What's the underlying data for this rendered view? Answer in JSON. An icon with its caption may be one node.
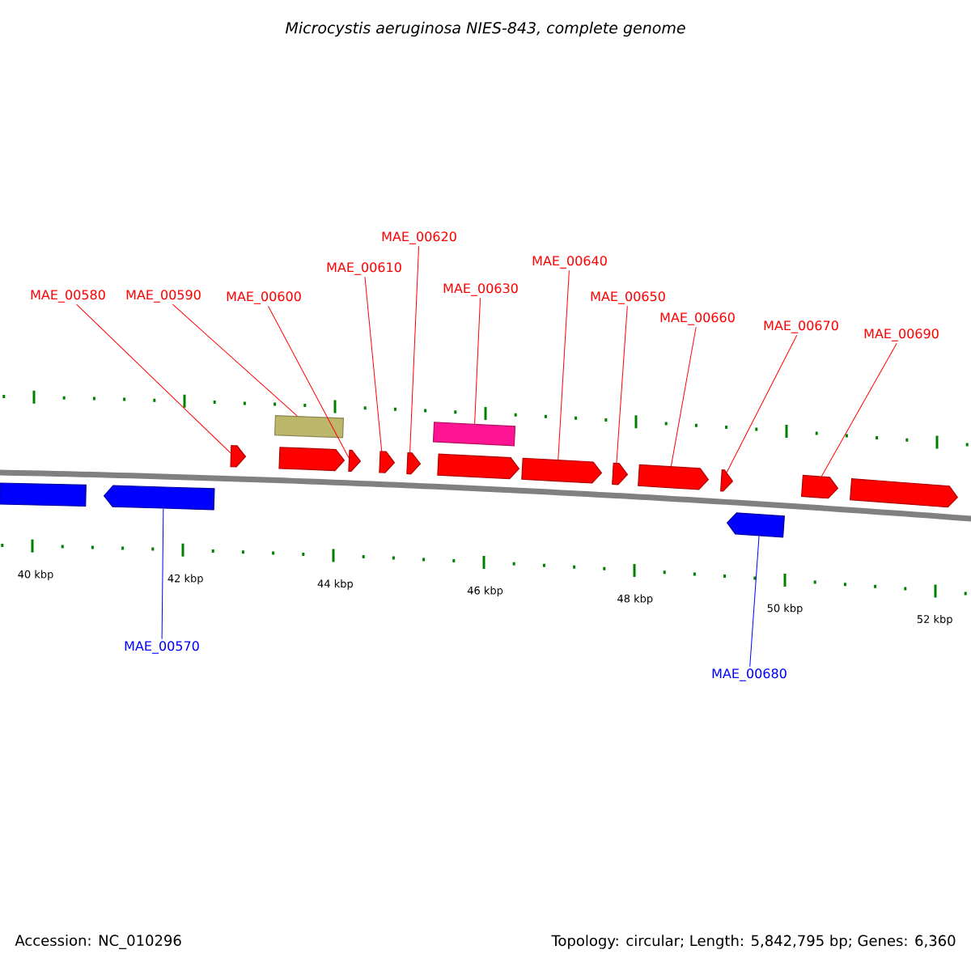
{
  "diagram": {
    "title": "Microcystis aeruginosa NIES-843, complete genome",
    "nodes": [
      {
        "text": [
          "MAE_00580"
        ]
      },
      {
        "text": [
          "MAE_00590"
        ]
      },
      {
        "text": [
          "MAE_00600"
        ]
      },
      {
        "text": [
          "MAE_00610"
        ]
      },
      {
        "text": [
          "MAE_00620"
        ]
      },
      {
        "text": [
          "MAE_00630"
        ]
      },
      {
        "text": [
          "MAE_00640"
        ]
      },
      {
        "text": [
          "MAE_00650"
        ]
      },
      {
        "text": [
          "MAE_00660"
        ]
      },
      {
        "text": [
          "MAE_00670"
        ]
      },
      {
        "text": [
          "MAE_00690"
        ]
      },
      {
        "text": [
          "MAE_00570"
        ]
      },
      {
        "text": [
          "MAE_00680"
        ]
      },
      {
        "text": [],
        "shape": "box"
      },
      {
        "text": [],
        "shape": "pentagon"
      },
      {
        "text": [],
        "shape": "pentagon"
      },
      {
        "text": [],
        "shape": "box"
      },
      {
        "text": [],
        "shape": "pentagon"
      },
      {
        "text": [],
        "shape": "pentagon"
      },
      {
        "text": [],
        "shape": "pentagon"
      },
      {
        "text": [],
        "shape": "pentagon"
      },
      {
        "text": [],
        "shape": "box"
      },
      {
        "text": [],
        "shape": "pentagon"
      },
      {
        "text": [],
        "shape": "pentagon"
      },
      {
        "text": [],
        "shape": "pentagon"
      },
      {
        "text": [],
        "shape": "pentagon"
      },
      {
        "text": [],
        "shape": "pentagon"
      },
      {
        "text": [],
        "shape": "pentagon"
      },
      {
        "text": [],
        "shape": "pentagon"
      },
      {
        "text": [],
        "shape": "pentagon"
      }
    ],
    "edges": [
      {
        "from": 0,
        "to": 15,
        "arrow": "none"
      },
      {
        "from": 1,
        "to": 16,
        "arrow": "none"
      },
      {
        "from": 2,
        "to": 18,
        "arrow": "none"
      },
      {
        "from": 3,
        "to": 19,
        "arrow": "none"
      },
      {
        "from": 4,
        "to": 20,
        "arrow": "none"
      },
      {
        "from": 5,
        "to": 21,
        "arrow": "none"
      },
      {
        "from": 6,
        "to": 23,
        "arrow": "none"
      },
      {
        "from": 7,
        "to": 24,
        "arrow": "none"
      },
      {
        "from": 8,
        "to": 25,
        "arrow": "none"
      },
      {
        "from": 9,
        "to": 26,
        "arrow": "none"
      },
      {
        "from": 10,
        "to": 28,
        "arrow": "none"
      },
      {
        "from": 11,
        "to": 14,
        "arrow": "none",
        "color": "#0000ff"
      },
      {
        "from": 12,
        "to": 27,
        "arrow": "none",
        "color": "#0000ff"
      }
    ],
    "labels": [
      "40 kbp",
      "42 kbp",
      "44 kbp",
      "46 kbp",
      "48 kbp",
      "50 kbp",
      "52 kbp",
      "Accession: NC_010296",
      "Topology: circular; Length: 5,842,795 bp; Genes: 6,360"
    ]
  }
}
